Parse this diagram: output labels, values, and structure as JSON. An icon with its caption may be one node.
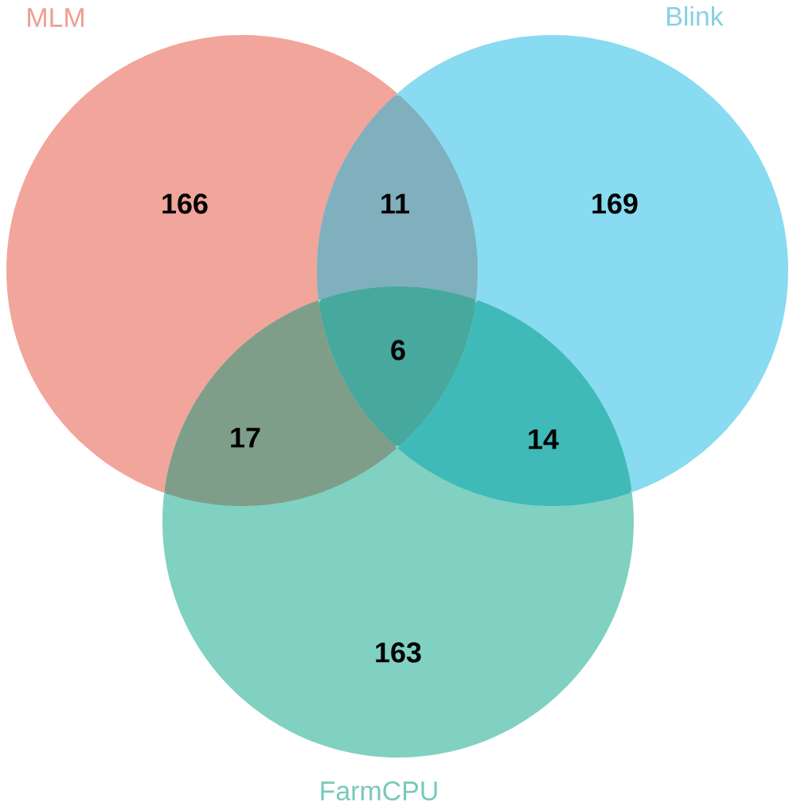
{
  "diagram": {
    "nodes": [
      {
        "text": [
          "MLM",
          "166"
        ]
      },
      {
        "text": [
          "Blink",
          "169"
        ]
      },
      {
        "text": [
          "163",
          "FarmCPU"
        ]
      }
    ],
    "labels": [
      "11",
      "6",
      "17",
      "14"
    ]
  }
}
